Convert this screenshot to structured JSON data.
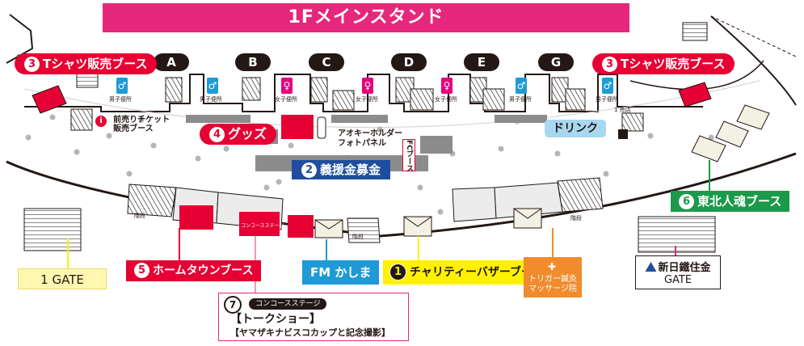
{
  "floor_title": "1Fメインスタンド",
  "gates": [
    "A",
    "B",
    "C",
    "D",
    "E",
    "G"
  ],
  "areas": {
    "tshirt_left": {
      "num": "3",
      "text": "Tシャツ販売ブース"
    },
    "tshirt_right": {
      "num": "3",
      "text": "Tシャツ販売ブース"
    },
    "presale": {
      "line1": "前売りチケット",
      "line2": "販売ブース"
    },
    "goods": {
      "num": "4",
      "text": "グッズ"
    },
    "aoki": {
      "line1": "アオキーホルダー",
      "line2": "フォトパネル"
    },
    "fc_booth": "FCブース",
    "donation": {
      "num": "2",
      "text": "義援金募金"
    },
    "drink": "ドリンク",
    "shop": "1 売店",
    "tohoku": {
      "num": "6",
      "text": "東北人魂ブース"
    },
    "hometown": {
      "num": "5",
      "text": "ホームタウンブース"
    },
    "fm": "FM かしま",
    "charity": {
      "num": "1",
      "text": "チャリティーバザーブース"
    },
    "trigger": {
      "line1": "トリガー鍼灸",
      "line2": "マッサージ院"
    },
    "concourse_sign": "コンコースステージ",
    "talk": {
      "num": "7",
      "tag": "コンコースステージ",
      "title": "【トークショー】",
      "sub": "【ヤマザキナビスコカップと記念撮影】"
    }
  },
  "gate_1": "1 GATE",
  "gate_nippon": {
    "line1": "新日鐵住金",
    "line2": "GATE"
  },
  "restroom_labels": {
    "male": "男子便所",
    "female": "女子便所"
  },
  "stairs_label": "階段",
  "restrooms": [
    {
      "type": "male",
      "icon": "male-restroom-icon"
    },
    {
      "type": "male",
      "icon": "male-restroom-icon"
    },
    {
      "type": "female",
      "icon": "female-restroom-icon"
    },
    {
      "type": "female",
      "icon": "female-restroom-icon"
    },
    {
      "type": "female",
      "icon": "female-restroom-icon"
    },
    {
      "type": "male",
      "icon": "male-restroom-icon"
    },
    {
      "type": "male",
      "icon": "male-restroom-icon"
    }
  ],
  "colors": {
    "title": "#e5287b",
    "red_booth": "#e60033",
    "blue_booth": "#1f4e9e",
    "green_booth": "#1a9a4a",
    "light_blue_booth": "#1f9ad6",
    "yellow_booth": "#fff100",
    "orange_booth": "#f08c2d",
    "drink_booth": "#a8d8f0",
    "gate_1": "#fff7b0"
  }
}
